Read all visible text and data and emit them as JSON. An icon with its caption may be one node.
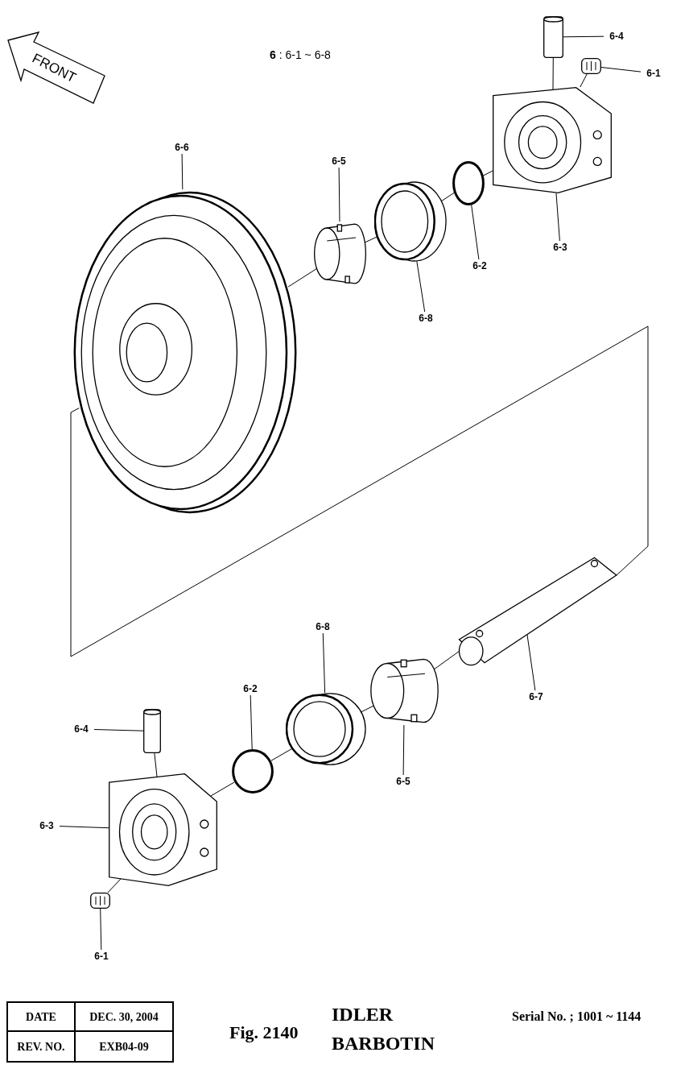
{
  "diagram": {
    "nodes": [
      {
        "text": [
          "FRONT"
        ]
      },
      {
        "text": [
          "6-4"
        ]
      },
      {
        "text": [
          "6-1"
        ]
      },
      {
        "text": [
          "6-6"
        ]
      },
      {
        "text": [
          "6-5"
        ]
      },
      {
        "text": [
          "6-3"
        ]
      },
      {
        "text": [
          "6-2"
        ]
      },
      {
        "text": [
          "6-8"
        ]
      },
      {
        "text": [
          "6-8"
        ]
      },
      {
        "text": [
          "6-7"
        ]
      },
      {
        "text": [
          "6-2"
        ]
      },
      {
        "text": [
          "6-4"
        ]
      },
      {
        "text": [
          "6-5"
        ]
      },
      {
        "text": [
          "6-3"
        ]
      },
      {
        "text": [
          "6-1"
        ]
      },
      {
        "text": [],
        "shape": "cylinder"
      },
      {
        "text": [],
        "shape": "picture"
      },
      {
        "text": [],
        "shape": "picture"
      },
      {
        "text": [],
        "shape": "circle"
      },
      {
        "text": [],
        "shape": "picture"
      },
      {
        "text": [],
        "shape": "cylinder"
      },
      {
        "text": [],
        "shape": "picture"
      },
      {
        "text": [],
        "shape": "picture"
      },
      {
        "text": [],
        "shape": "cylinder"
      },
      {
        "text": [],
        "shape": "picture"
      },
      {
        "text": [],
        "shape": "circle"
      },
      {
        "text": [],
        "shape": "cylinder"
      },
      {
        "text": [],
        "shape": "picture"
      },
      {
        "text": [],
        "shape": "picture"
      }
    ],
    "edges": [
      {
        "from": 1,
        "to": 15,
        "arrow": "none"
      },
      {
        "from": 2,
        "to": 16,
        "arrow": "none"
      },
      {
        "from": 3,
        "to": 21,
        "arrow": "none"
      },
      {
        "from": 4,
        "to": 20,
        "arrow": "none"
      },
      {
        "from": 5,
        "to": 17,
        "arrow": "none"
      },
      {
        "from": 6,
        "to": 18,
        "arrow": "none"
      },
      {
        "from": 7,
        "to": 19,
        "arrow": "none"
      },
      {
        "from": 8,
        "to": 24,
        "arrow": "none"
      },
      {
        "from": 9,
        "to": 22,
        "arrow": "none"
      },
      {
        "from": 10,
        "to": 25,
        "arrow": "none"
      },
      {
        "from": 11,
        "to": 26,
        "arrow": "none"
      },
      {
        "from": 12,
        "to": 23,
        "arrow": "none"
      },
      {
        "from": 13,
        "to": 27,
        "arrow": "none"
      },
      {
        "from": 14,
        "to": 28,
        "arrow": "none"
      },
      {
        "from": 15,
        "to": 17,
        "arrow": "none"
      },
      {
        "from": 16,
        "to": 17,
        "arrow": "none"
      },
      {
        "from": 17,
        "to": 18,
        "arrow": "none"
      },
      {
        "from": 18,
        "to": 19,
        "arrow": "none"
      },
      {
        "from": 19,
        "to": 20,
        "arrow": "none"
      },
      {
        "from": 20,
        "to": 21,
        "arrow": "none"
      },
      {
        "from": 21,
        "to": 22,
        "arrow": "none"
      },
      {
        "from": 22,
        "to": 23,
        "arrow": "none"
      },
      {
        "from": 23,
        "to": 24,
        "arrow": "none"
      },
      {
        "from": 24,
        "to": 25,
        "arrow": "none"
      },
      {
        "from": 25,
        "to": 27,
        "arrow": "none"
      },
      {
        "from": 26,
        "to": 27,
        "arrow": "none"
      },
      {
        "from": 28,
        "to": 27,
        "arrow": "none"
      }
    ],
    "labels": [
      "**6** : 6-1 ~ 6-8",
      "DATE",
      "DEC. 30, 2004",
      "REV. NO.",
      "EXB04-09",
      "Fig. 2140",
      "IDLER",
      "BARBOTIN",
      "Serial No. ; 1001 ~ 1144"
    ]
  }
}
